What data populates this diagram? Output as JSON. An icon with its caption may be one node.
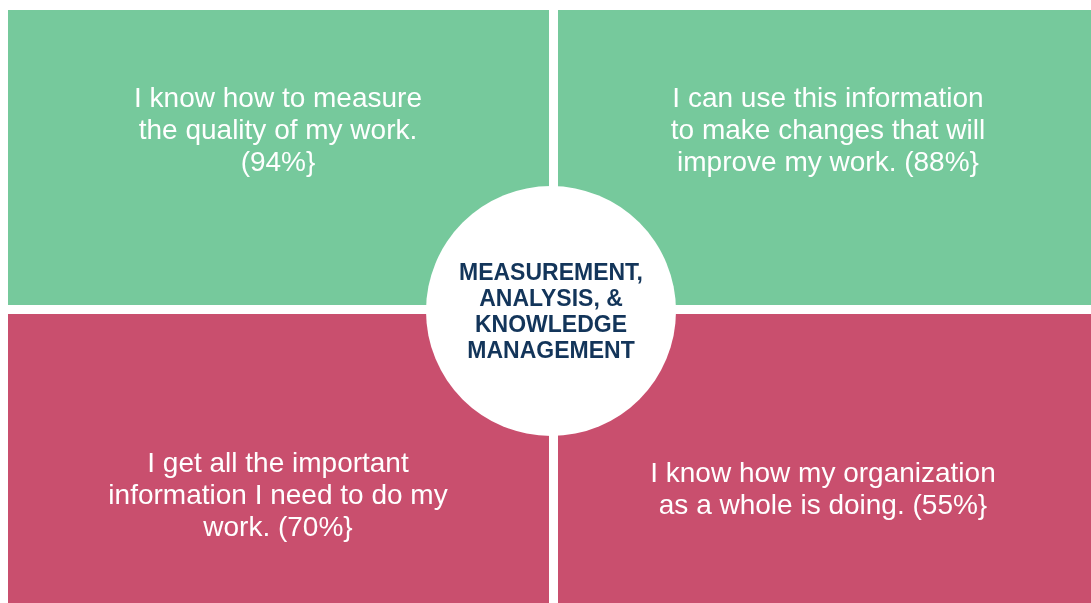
{
  "diagram": {
    "nodes": [
      {
        "text": [
          "I know how to measure the quality of my work. (94%}"
        ]
      },
      {
        "text": [
          "I can use this information to make changes that will improve my work. (88%}"
        ]
      },
      {
        "text": [
          "I get all the important information I need to do my work. (70%}"
        ]
      },
      {
        "text": [
          "I know how my organization as a whole is doing. (55%}"
        ]
      },
      {
        "text": [
          "MEASUREMENT, ANALYSIS, & KNOWLEDGE MANAGEMENT"
        ]
      }
    ]
  }
}
